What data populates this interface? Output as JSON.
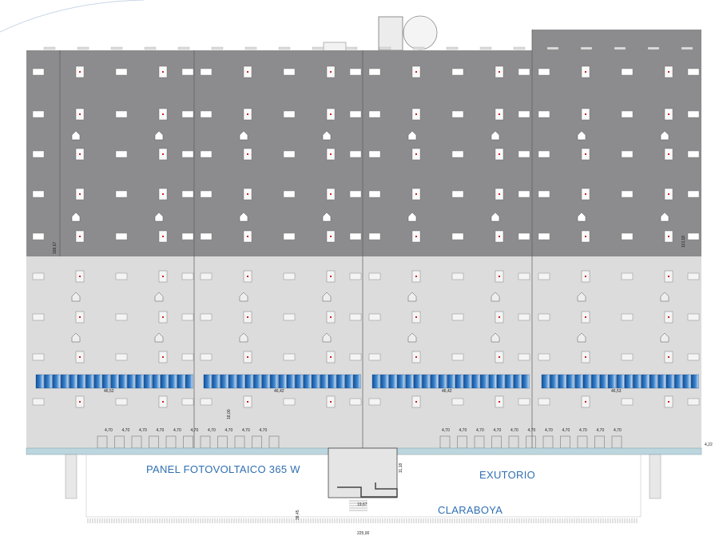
{
  "legend": {
    "panel": "PANEL FOTOVOLTAICO 365 W",
    "exutorio": "EXUTORIO",
    "claraboya": "CLARABOYA"
  },
  "dimensions": {
    "module_widths": [
      "46,52",
      "46,42",
      "46,42",
      "46,53"
    ],
    "spacing_left": [
      "4,70",
      "4,70",
      "4,70",
      "4,70",
      "4,70",
      "4,70",
      "4,70",
      "4,70",
      "4,70",
      "4,70"
    ],
    "spacing_right": [
      "4,70",
      "4,70",
      "4,70",
      "4,70",
      "4,70",
      "4,70",
      "4,70",
      "4,70",
      "4,70",
      "4,70",
      "4,70"
    ],
    "height_left": "168,67",
    "height_right": "113,18",
    "depth_center": "18,00",
    "dock": "11,18",
    "stair": "19,67",
    "road": "4,22",
    "bottom_left": "38,45",
    "bottom_total": "225,00"
  },
  "colors": {
    "roof_dark": "#8c8c8e",
    "roof_light": "#dcdcdc",
    "panel_blue": "#2f6fb3",
    "label_blue": "#2f6fb3"
  }
}
